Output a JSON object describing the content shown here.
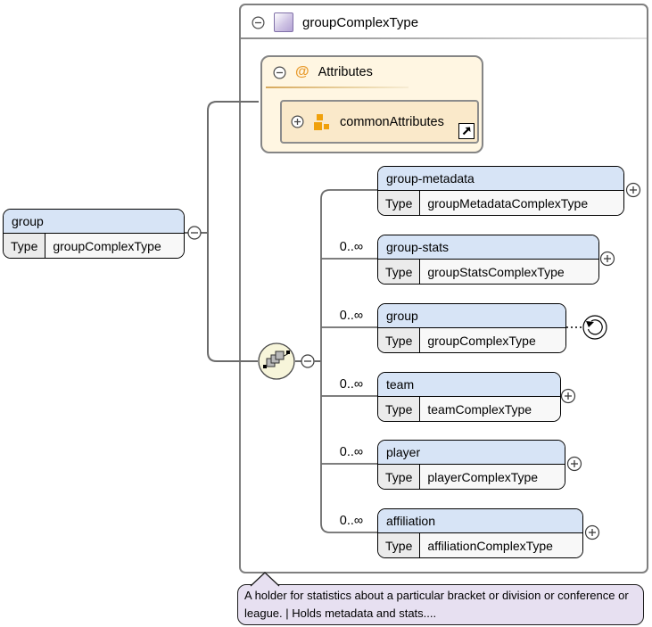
{
  "diagram": {
    "container_title": "groupComplexType",
    "attributes": {
      "symbol": "@",
      "label": "Attributes",
      "member": "commonAttributes"
    },
    "root": {
      "name": "group",
      "type_label": "Type",
      "type_value": "groupComplexType"
    },
    "compositor": "sequence",
    "children": [
      {
        "name": "group-metadata",
        "type_label": "Type",
        "type_value": "groupMetadataComplexType",
        "cardinality": ""
      },
      {
        "name": "group-stats",
        "type_label": "Type",
        "type_value": "groupStatsComplexType",
        "cardinality": "0..∞"
      },
      {
        "name": "group",
        "type_label": "Type",
        "type_value": "groupComplexType",
        "cardinality": "0..∞"
      },
      {
        "name": "team",
        "type_label": "Type",
        "type_value": "teamComplexType",
        "cardinality": "0..∞"
      },
      {
        "name": "player",
        "type_label": "Type",
        "type_value": "playerComplexType",
        "cardinality": "0..∞"
      },
      {
        "name": "affiliation",
        "type_label": "Type",
        "type_value": "affiliationComplexType",
        "cardinality": "0..∞"
      }
    ],
    "annotation": "A holder for statistics about a particular bracket or division or conference or league. | Holds metadata and stats....",
    "icons": {
      "collapse": "minus-circle",
      "expand": "plus-circle",
      "attribute_group": "orange-squares",
      "reference_jump": "north-east-arrow",
      "recursive_reference": "loop-arrow",
      "compositor": "sequence-blocks"
    },
    "colors": {
      "element_header": "#d7e4f6",
      "type_label_cell": "#ebebeb",
      "type_value_cell": "#f8f8f8",
      "container_border": "#7f7f7f",
      "attributes_bg": "#fff6e2",
      "attribute_member_bg": "#fae9ca",
      "accent_orange": "#ee9d0b",
      "sequence_circle_bg": "#f7f5da",
      "annotation_bg": "#e7e0f1",
      "complex_type_icon": "#b3a2d4"
    }
  }
}
